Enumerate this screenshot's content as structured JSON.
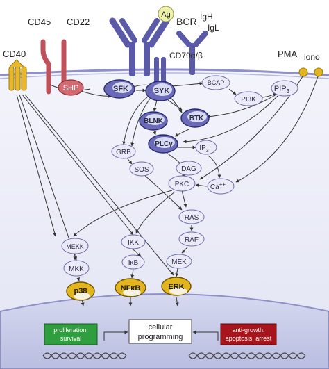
{
  "colors": {
    "cell_fill": "#e8eaf7",
    "membrane": "#8f8fc9",
    "receptor_blue": "#5a5aa8",
    "receptor_red": "#c0505a",
    "cd40_yellow": "#e8b82a",
    "kinase_dark": "#5a5aa8",
    "node_light": "#ebebf8",
    "node_stroke": "#6c6ca8",
    "effector_yellow": "#e2b41e",
    "green_box": "#2e9e3e",
    "red_box": "#a8141c",
    "nucleus": "#c9cce8",
    "arrow": "#333333"
  },
  "receptors": {
    "cd45": "CD45",
    "cd22": "CD22",
    "cd40": "CD40",
    "bcr": "BCR",
    "igh": "IgH",
    "igl": "IgL",
    "antigen": "Ag",
    "cd79": "CD79α/β",
    "pma": "PMA",
    "iono": "iono"
  },
  "nodes": {
    "shp": "SHP",
    "sfk": "SFK",
    "syk": "SYK",
    "bcap": "BCAP",
    "pip3": "PIP",
    "pip3_sub": "3",
    "pi3k": "PI3K",
    "blnk": "BLNK",
    "btk": "BTK",
    "plcg": "PLCγ",
    "grb": "GRB",
    "ip3": "IP",
    "ip3_sub": "3",
    "sos": "SOS",
    "dag": "DAG",
    "pkc": "PKC",
    "ca": "Ca",
    "ca_sup": "++",
    "ras": "RAS",
    "raf": "RAF",
    "mekk": "MEKK",
    "mkk": "MKK",
    "ikk": "IKK",
    "ikb": "IκB",
    "mek": "MEK",
    "p38": "p38",
    "nfkb": "NFκB",
    "erk": "ERK"
  },
  "outputs": {
    "proliferation_line1": "proliferation,",
    "proliferation_line2": "survival",
    "cellular_line1": "cellular",
    "cellular_line2": "programming",
    "anti_line1": "anti-growth,",
    "anti_line2": "apoptosis, arrest"
  }
}
